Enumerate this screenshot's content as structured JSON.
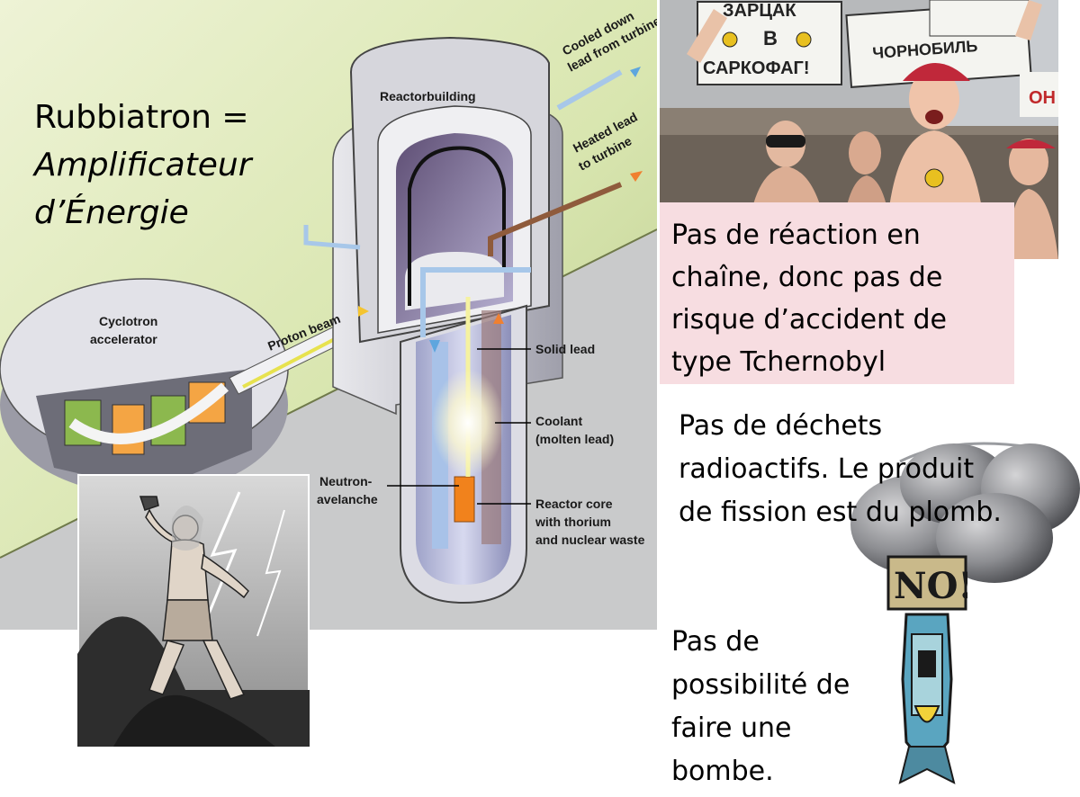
{
  "slide": {
    "title_line1": "Rubbiatron =",
    "title_line2": "Amplificateur",
    "title_line3": "d’Énergie"
  },
  "diagram": {
    "reactorbuilding": "Reactorbuilding",
    "cooled_line1": "Cooled down",
    "cooled_line2": "lead from turbine",
    "heated_line1": "Heated lead",
    "heated_line2": "to turbine",
    "cyclotron_line1": "Cyclotron",
    "cyclotron_line2": "accelerator",
    "proton_beam": "Proton beam",
    "solid_lead": "Solid lead",
    "coolant_line1": "Coolant",
    "coolant_line2": "(molten lead)",
    "neutron_line1": "Neutron-",
    "neutron_line2": "avelanche",
    "core_line1": "Reactor core",
    "core_line2": "with thorium",
    "core_line3": "and nuclear waste"
  },
  "protest_photo": {
    "sign_left_line1": "ЗАРЦАК",
    "sign_left_line2": "В",
    "sign_left_line3": "САРКОФАГ!",
    "sign_right_line1": "ЧОРНОБИЛЬ"
  },
  "claims": {
    "chain_reaction": "Pas de réaction en chaîne, donc pas de risque d’accident de type Tchernobyl",
    "waste": "Pas de déchets radioactifs. Le produit de fission est du plomb.",
    "bomb": "Pas de possibilité de faire une bombe."
  },
  "bomb_badge": {
    "label": "NO!"
  },
  "colors": {
    "diagram_bg_light": "#e3ecc6",
    "diagram_bg_gray": "#c9cacb",
    "reactor_shell": "#cfcfd4",
    "reactor_core": "#f1821c",
    "coolant": "#8f8bb5",
    "pink_box": "#f7dde1",
    "beam": "#e7e24f"
  }
}
